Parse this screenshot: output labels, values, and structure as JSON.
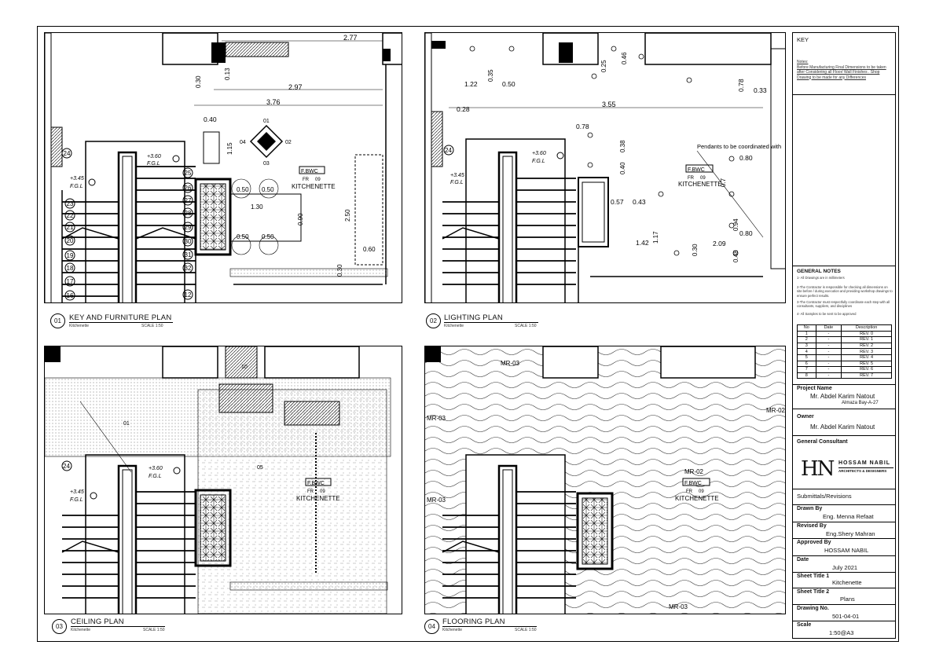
{
  "panels": [
    {
      "num": "01",
      "name": "KEY AND FURNITURE PLAN",
      "sub": "Kitchenette",
      "scale": "SCALE  1:50"
    },
    {
      "num": "02",
      "name": "LIGHTING PLAN",
      "sub": "Kitchenette",
      "scale": "SCALE  1:50"
    },
    {
      "num": "03",
      "name": "CEILING PLAN",
      "sub": "Kitchenette",
      "scale": "SCALE  1:50"
    },
    {
      "num": "04",
      "name": "FLOORING PLAN",
      "sub": "Kitchenette",
      "scale": "SCALE  1:50"
    }
  ],
  "plan1": {
    "dims": [
      "2.77",
      "0.30",
      "0.13",
      "2.97",
      "3.76",
      "0.40",
      "1.15",
      "0.50",
      "0.50",
      "1.30",
      "0.90",
      "2.50",
      "0.50",
      "0.50",
      "0.60",
      "0.30"
    ],
    "level_a": "+3.60",
    "level_a_sub": "F.G.L",
    "level_b": "+3.45",
    "level_b_sub": "F.G.L",
    "room_code": "F.BWC",
    "room_tag": "FR",
    "room_tag2": "09",
    "room_name": "KITCHENETTE",
    "compass": [
      "01",
      "02",
      "03",
      "04"
    ],
    "steps_left": [
      "24",
      "23",
      "22",
      "21",
      "20",
      "19",
      "18",
      "17",
      "16"
    ],
    "steps_right": [
      "25",
      "26",
      "27",
      "28",
      "29",
      "30",
      "31",
      "32",
      "12"
    ]
  },
  "plan2": {
    "dims": [
      "0.25",
      "0.46",
      "0.35",
      "1.22",
      "0.50",
      "0.28",
      "3.55",
      "0.78",
      "0.33",
      "0.78",
      "0.38",
      "0.40",
      "0.80",
      "0.57",
      "0.43",
      "0.94",
      "0.80",
      "1.42",
      "1.17",
      "0.30",
      "2.09",
      "0.48",
      "0.7"
    ],
    "note": "Pendants to be coordinated with",
    "level": "+3.60",
    "level_sub": "F.G.L",
    "level_b": "+3.45",
    "level_b_sub": "F.G.L",
    "room_code": "F.BWC",
    "room_tag": "FR",
    "room_tag2": "09",
    "room_name": "KITCHENETTE",
    "step": "24"
  },
  "plan3": {
    "level": "+3.60",
    "level_sub": "F.G.L",
    "level_b": "+3.45",
    "level_b_sub": "F.G.L",
    "room_code": "F.BWC",
    "room_tag": "FR",
    "room_tag2": "09",
    "room_name": "KITCHENETTE",
    "zone_a": "01",
    "zone_b": "05",
    "mark": "10",
    "step": "24"
  },
  "plan4": {
    "materials": [
      "MR-03",
      "MR-03",
      "MR-02",
      "MR-03",
      "MR-02",
      "MR-03"
    ],
    "room_code": "F.BWC",
    "room_tag": "FR",
    "room_tag2": "09",
    "room_name": "KITCHENETTE"
  },
  "titleblock": {
    "key_label": "KEY",
    "notes_label": "Notes:",
    "notes_text": "Before Manufacturing Final Dimensions to be taken after Considering all Floor/ Wall Finishes . Shop Drawing to be made for any Differences",
    "general_notes_label": "GENERAL NOTES",
    "general_notes": [
      "1- All Drawings are in millimeters",
      "2-The Contractor is responsible for checking all dimensions on site before / during execution and providing workshop drawings to ensure perfect results.",
      "3-The Contractor must respectfully coordinate each step with all consultants, suppliers, and disciplines",
      "4- All Samples to be sent to be approved"
    ],
    "rev_headers": [
      "No",
      "Date",
      "Description"
    ],
    "revisions": [
      {
        "no": "1",
        "date": "-",
        "desc": "REV. 0"
      },
      {
        "no": "2",
        "date": "-",
        "desc": "REV. 1"
      },
      {
        "no": "3",
        "date": "-",
        "desc": "REV. 2"
      },
      {
        "no": "4",
        "date": "-",
        "desc": "REV. 3"
      },
      {
        "no": "5",
        "date": "-",
        "desc": "REV. 4"
      },
      {
        "no": "6",
        "date": "-",
        "desc": "REV. 5"
      },
      {
        "no": "7",
        "date": "-",
        "desc": "REV. 6"
      },
      {
        "no": "8",
        "date": "-",
        "desc": "REV. 7"
      }
    ],
    "project_name_label": "Project Name",
    "project_name": "Mr. Abdel Karim Natout",
    "project_location": "Almaza Bay-A-27",
    "owner_label": "Owner",
    "owner": "Mr. Abdel Karim Natout",
    "consultant_label": "General Consultant",
    "logo_mark": "HN",
    "logo_name": "HOSSAM NABIL",
    "logo_sub": "ARCHITECTS & DESIGNERS",
    "submittals_label": "Submittals/Revisions",
    "drawn_by_label": "Drawn By",
    "drawn_by": "Eng. Menna Refaat",
    "revised_by_label": "Revised By",
    "revised_by": "Eng.Shery Mahran",
    "approved_by_label": "Approved By",
    "approved_by": "HOSSAM NABIL",
    "date_label": "Date",
    "date": "July 2021",
    "sheet_title1_label": "Sheet Title 1",
    "sheet_title1": "Kitchenette",
    "sheet_title2_label": "Sheet Title 2",
    "sheet_title2": "Plans",
    "drawing_no_label": "Drawing No.",
    "drawing_no": "501-04-01",
    "scale_label": "Scale",
    "scale": "1:50@A3"
  }
}
